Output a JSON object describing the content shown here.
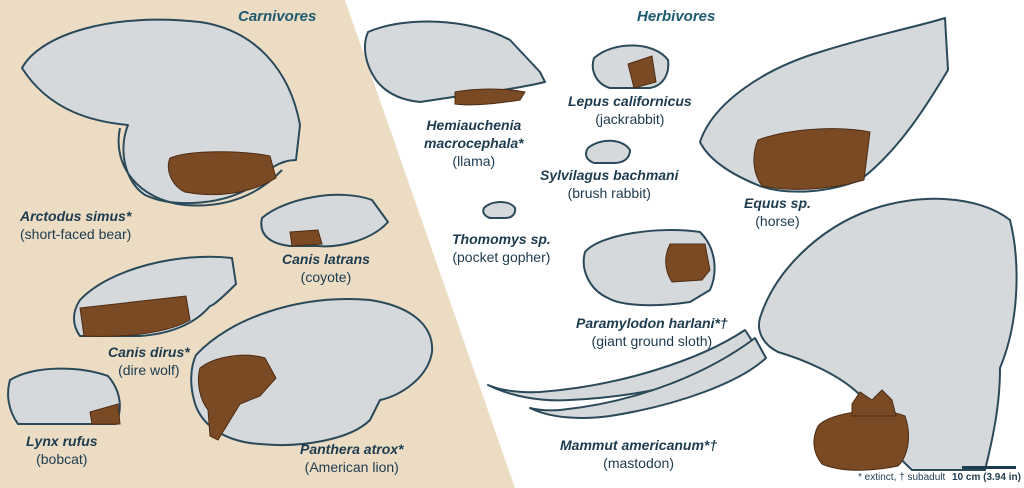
{
  "groups": {
    "carnivores": "Carnivores",
    "herbivores": "Herbivores"
  },
  "colors": {
    "carnivore_panel": "#ecdcc4",
    "skull_fill": "#d6d9dc",
    "skull_stroke": "#2a4a5a",
    "fossil": "#7a4a25",
    "label_text": "#1d3b4e"
  },
  "specimens": {
    "arctodus": {
      "scientific": "Arctodus simus*",
      "common": "(short-faced bear)"
    },
    "canis_latrans": {
      "scientific": "Canis latrans",
      "common": "(coyote)"
    },
    "canis_dirus": {
      "scientific": "Canis dirus*",
      "common": "(dire wolf)"
    },
    "lynx": {
      "scientific": "Lynx rufus",
      "common": "(bobcat)"
    },
    "panthera": {
      "scientific": "Panthera atrox*",
      "common": "(American lion)"
    },
    "hemiauchenia": {
      "scientific": "Hemiauchenia macrocephala*",
      "scientific_line1": "Hemiauchenia",
      "scientific_line2": "macrocephala*",
      "common": "(llama)"
    },
    "lepus": {
      "scientific": "Lepus californicus",
      "common": "(jackrabbit)"
    },
    "sylvilagus": {
      "scientific": "Sylvilagus bachmani",
      "common": "(brush rabbit)"
    },
    "thomomys": {
      "scientific": "Thomomys sp.",
      "common": "(pocket gopher)"
    },
    "equus": {
      "scientific": "Equus sp.",
      "common": "(horse)"
    },
    "paramylodon": {
      "scientific": "Paramylodon harlani*†",
      "common": "(giant ground sloth)"
    },
    "mammut": {
      "scientific": "Mammut americanum*†",
      "common": "(mastodon)"
    }
  },
  "legend": {
    "footnote": "* extinct, † subadult",
    "scale_bar": "10 cm (3.94 in)"
  }
}
